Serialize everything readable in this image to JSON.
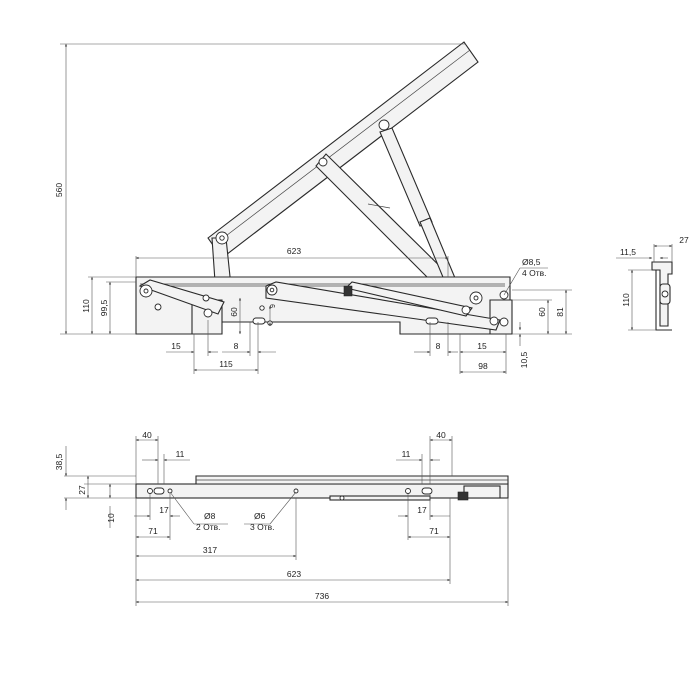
{
  "top_view": {
    "overall_height": "560",
    "frame_length": "623",
    "height_110": "110",
    "height_99_5": "99,5",
    "hole_offset_60_left": "60",
    "hole_offset_9": "9",
    "dim_15_left": "15",
    "dim_8_left": "8",
    "dim_115": "115",
    "dim_8_right": "8",
    "dim_15_right": "15",
    "dim_98": "98",
    "dim_10_5": "10,5",
    "dim_60_right": "60",
    "dim_81": "81",
    "hole_callout_line1": "Ø8,5",
    "hole_callout_line2": "4 Отв."
  },
  "side_view": {
    "dim_27": "27",
    "dim_11_5": "11,5",
    "dim_110": "110"
  },
  "bottom_view": {
    "dim_38_5": "38,5",
    "dim_27": "27",
    "dim_10": "10",
    "dim_40_left": "40",
    "dim_11_left": "11",
    "dim_17_left": "17",
    "dim_71_left": "71",
    "hole8_line1": "Ø8",
    "hole8_line2": "2 Отв.",
    "hole6_line1": "Ø6",
    "hole6_line2": "3 Отв.",
    "dim_317": "317",
    "dim_623": "623",
    "dim_736": "736",
    "dim_40_right": "40",
    "dim_11_right": "11",
    "dim_17_right": "17",
    "dim_71_right": "71"
  }
}
